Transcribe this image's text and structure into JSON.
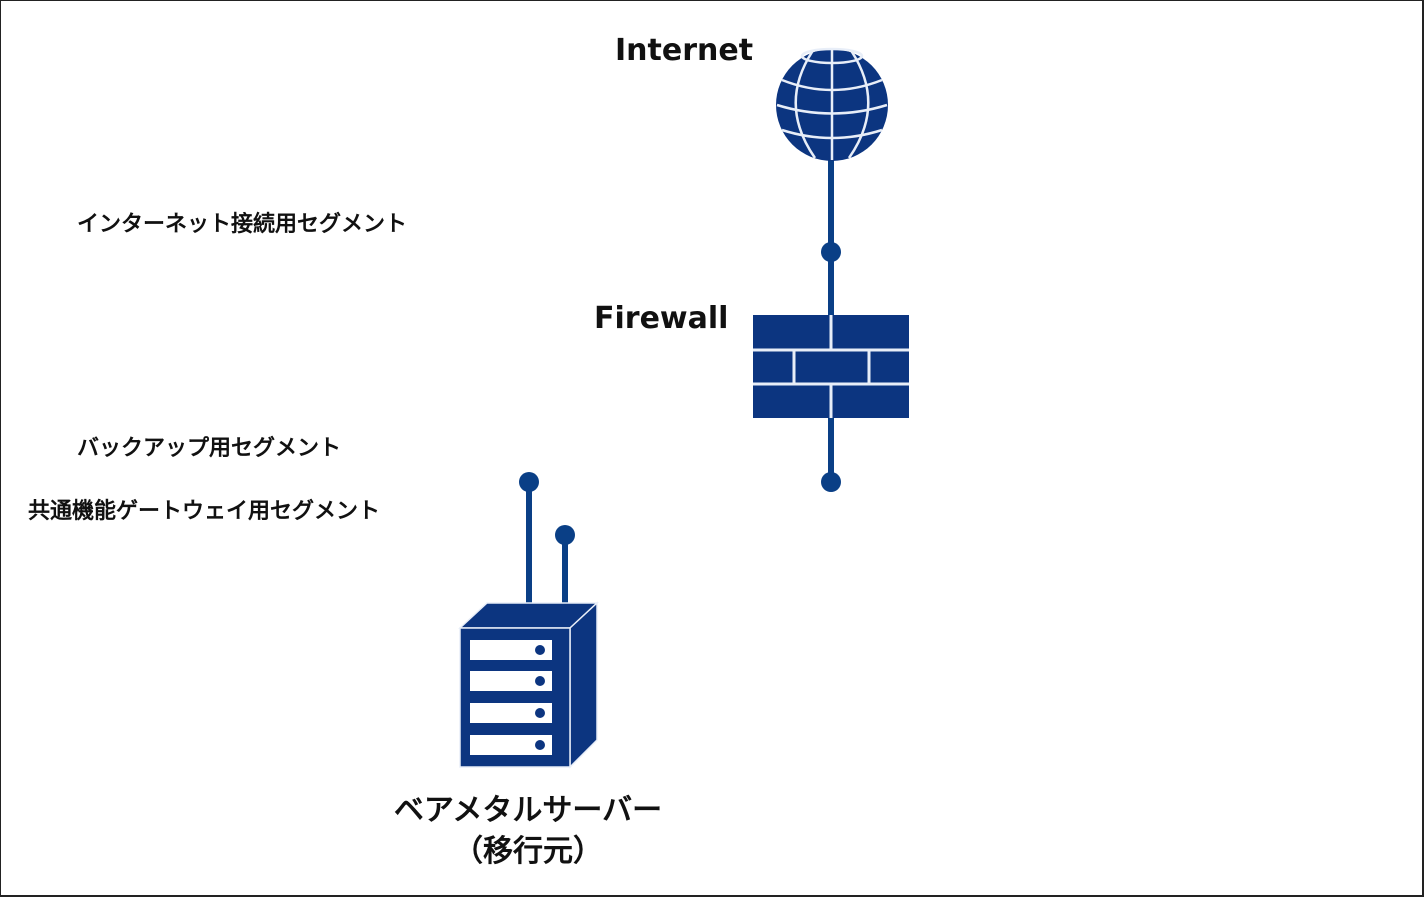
{
  "nodes": {
    "internet": {
      "label": "Internet",
      "icon": "globe-icon"
    },
    "firewall": {
      "label": "Firewall",
      "icon": "brick-wall-icon"
    },
    "server": {
      "label_line1": "ベアメタルサーバー",
      "label_line2": "（移行元）",
      "icon": "server-rack-icon"
    }
  },
  "segments": [
    {
      "id": "internet-connection",
      "label": "インターネット接続用セグメント"
    },
    {
      "id": "backup",
      "label": "バックアップ用セグメント"
    },
    {
      "id": "common-gateway",
      "label": "共通機能ゲートウェイ用セグメント"
    }
  ],
  "colors": {
    "line": "#0a3f86",
    "icon_fill": "#0c3580",
    "icon_stroke": "#e8eef8",
    "text": "#111111"
  }
}
